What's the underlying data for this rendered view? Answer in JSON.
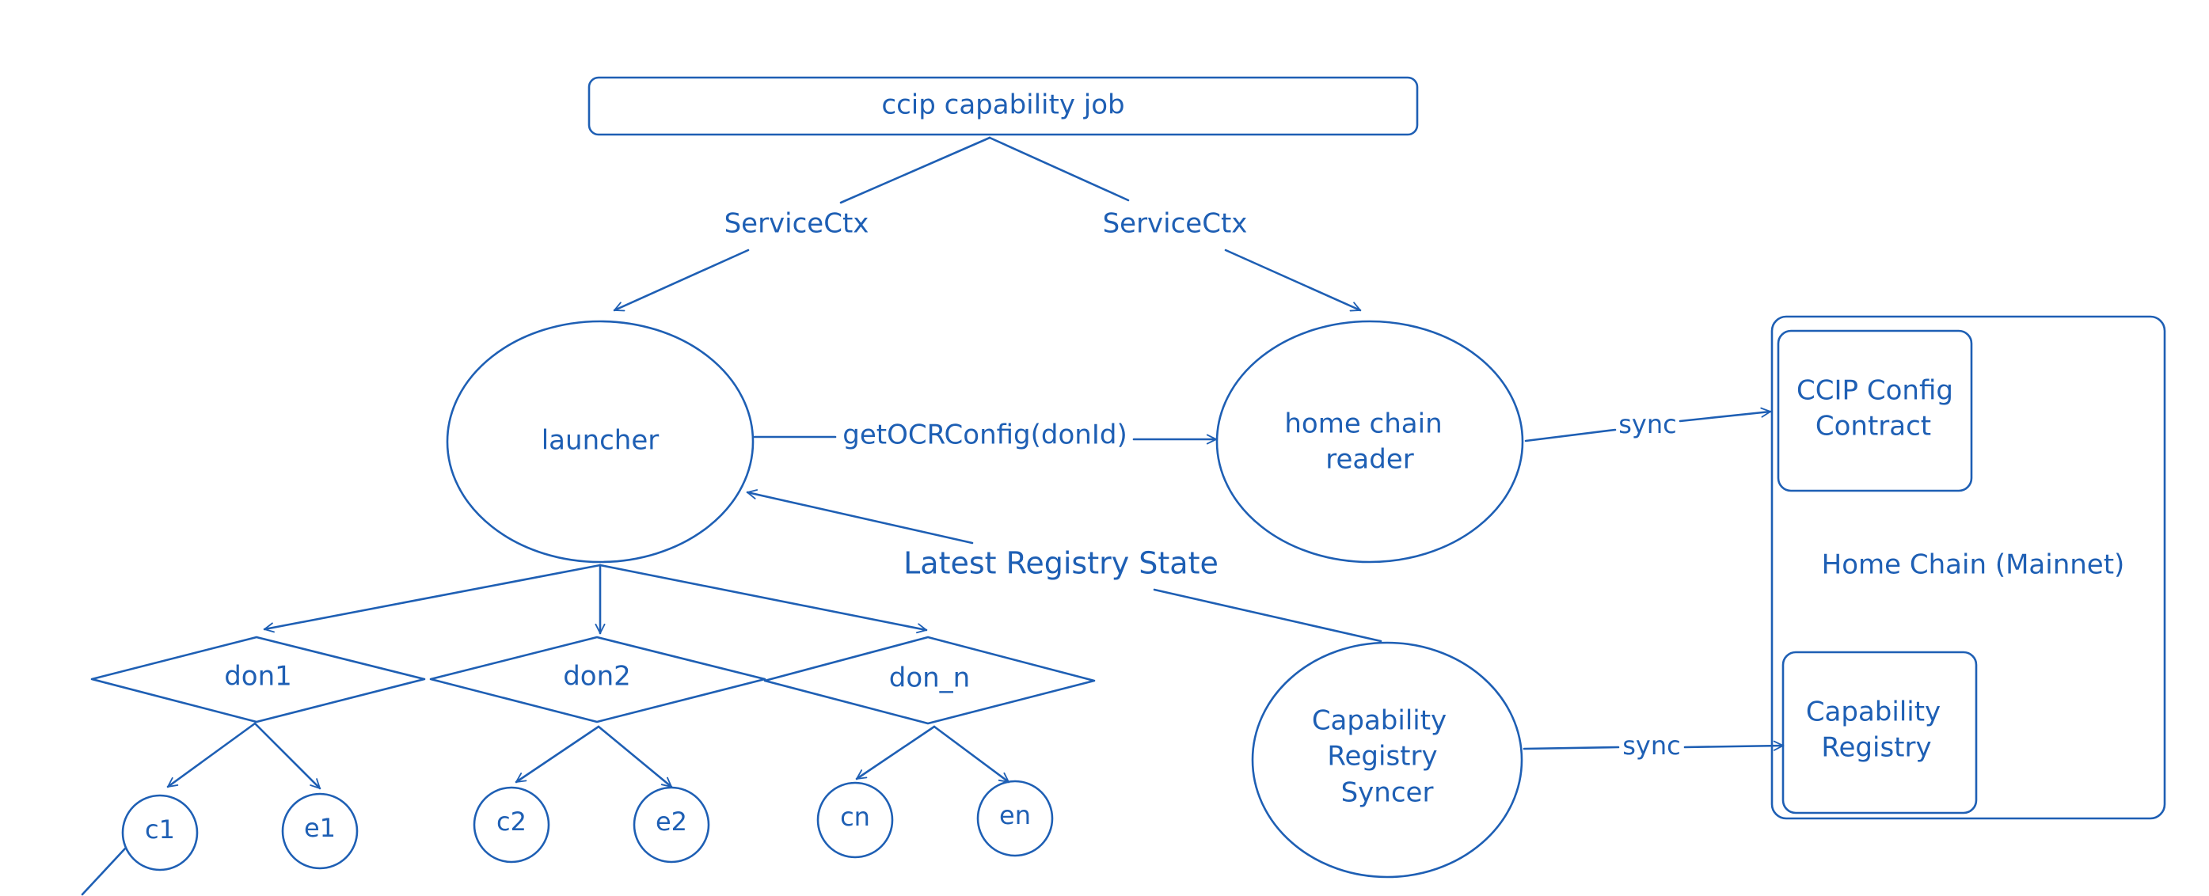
{
  "colors": {
    "stroke": "#1e5fb4",
    "background": "#ffffff"
  },
  "job": {
    "label": "ccip capability job"
  },
  "edges": {
    "service_ctx_left": "ServiceCtx",
    "service_ctx_right": "ServiceCtx",
    "get_ocr_config": "getOCRConfig(donId)",
    "latest_registry_state": "Latest Registry State",
    "sync_config": "sync",
    "sync_registry": "sync"
  },
  "nodes": {
    "launcher": "launcher",
    "home_chain_reader": {
      "line1": "home chain",
      "line2": "reader"
    },
    "capability_registry_syncer": {
      "line1": "Capability",
      "line2": "Registry",
      "line3": "Syncer"
    }
  },
  "dons": [
    {
      "label": "don1",
      "children": [
        "c1",
        "e1"
      ]
    },
    {
      "label": "don2",
      "children": [
        "c2",
        "e2"
      ]
    },
    {
      "label": "don_n",
      "children": [
        "cn",
        "en"
      ]
    }
  ],
  "home_chain": {
    "label": "Home Chain (Mainnet)",
    "ccip_config": {
      "line1": "CCIP Config",
      "line2": "Contract"
    },
    "capability_registry": {
      "line1": "Capability",
      "line2": "Registry"
    }
  }
}
